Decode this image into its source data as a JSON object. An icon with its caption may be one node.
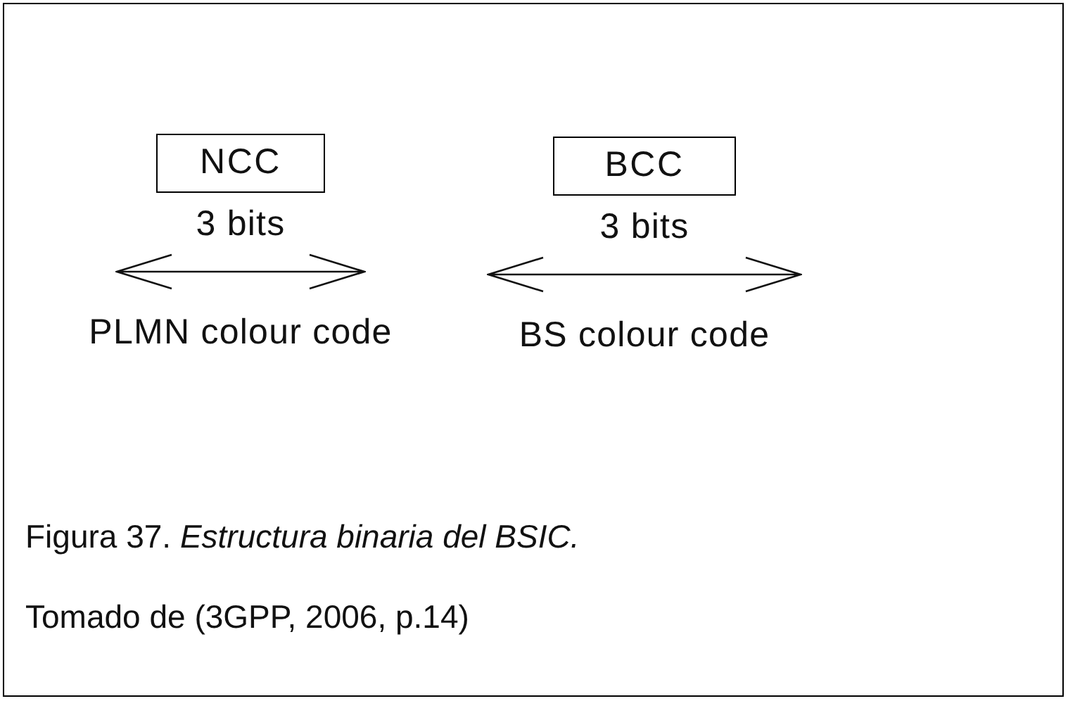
{
  "diagram": {
    "nodes": [
      {
        "text": [
          "NCC"
        ],
        "beside": [
          "3 bits",
          "PLMN colour code"
        ]
      },
      {
        "text": [
          "BCC"
        ],
        "beside": [
          "3 bits",
          "BS colour code"
        ]
      }
    ],
    "caption": "Figura 37. *Estructura binaria del BSIC.*",
    "labels": [
      "Tomado de (3GPP, 2006, p.14)"
    ]
  }
}
